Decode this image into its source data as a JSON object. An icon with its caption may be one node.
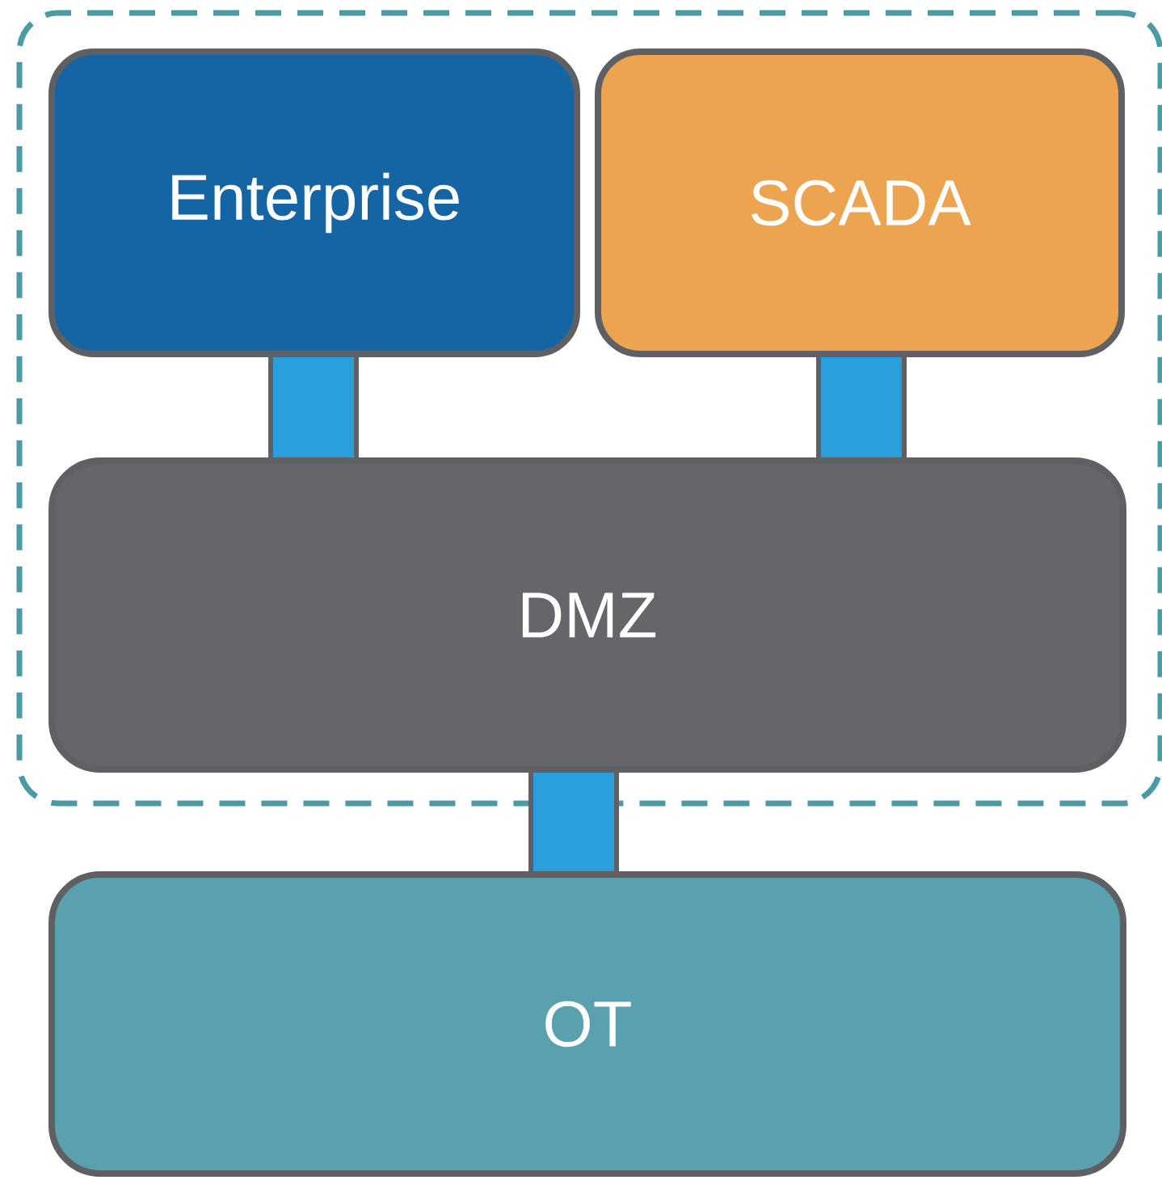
{
  "diagram": {
    "nodes": [
      {
        "text": [],
        "shape": "box"
      },
      {
        "text": [
          "Enterprise"
        ],
        "in": 0
      },
      {
        "text": [
          "SCADA"
        ],
        "in": 0
      },
      {
        "text": [
          "DMZ"
        ],
        "in": 0
      },
      {
        "text": [
          "OT"
        ]
      }
    ],
    "edges": [
      {
        "from": 1,
        "to": 3,
        "arrow": "none"
      },
      {
        "from": 2,
        "to": 3,
        "arrow": "none"
      },
      {
        "from": 3,
        "to": 4,
        "arrow": "none"
      }
    ]
  }
}
